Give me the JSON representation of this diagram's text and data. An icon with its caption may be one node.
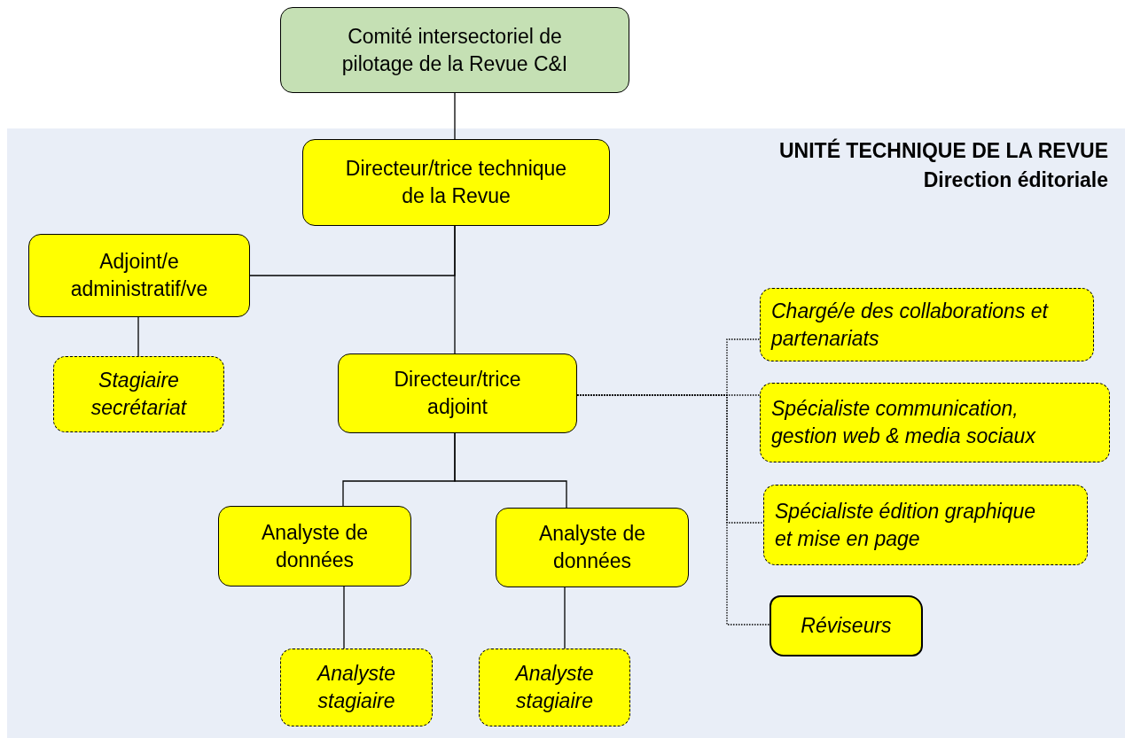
{
  "diagram": {
    "nodes": [
      {
        "text": [
          "Comité intersectoriel de pilotage de la Revue C&I"
        ]
      },
      {
        "text": [
          "UNITÉ TECHNIQUE DE LA REVUE",
          "Direction éditoriale"
        ]
      },
      {
        "text": [
          "Directeur/trice technique de la Revue"
        ],
        "in": 1
      },
      {
        "text": [
          "Adjoint/e administratif/ve"
        ],
        "in": 1
      },
      {
        "text": [
          "Stagiaire secrétariat"
        ],
        "in": 1
      },
      {
        "text": [
          "Directeur/trice adjoint"
        ],
        "in": 1
      },
      {
        "text": [
          "Chargé/e des collaborations et partenariats"
        ],
        "in": 1
      },
      {
        "text": [
          "Spécialiste communication, gestion web & media sociaux"
        ],
        "in": 1
      },
      {
        "text": [
          "Spécialiste édition graphique et mise en page"
        ],
        "in": 1
      },
      {
        "text": [
          "Réviseurs"
        ],
        "in": 1
      },
      {
        "text": [
          "Analyste de données"
        ],
        "in": 1
      },
      {
        "text": [
          "Analyste de données"
        ],
        "in": 1
      },
      {
        "text": [
          "Analyste stagiaire"
        ],
        "in": 1
      },
      {
        "text": [
          "Analyste stagiaire"
        ],
        "in": 1
      }
    ],
    "edges": [
      {
        "from": 0,
        "to": 2,
        "arrow": "none"
      },
      {
        "from": 2,
        "to": 3,
        "arrow": "none"
      },
      {
        "from": 2,
        "to": 5,
        "arrow": "none"
      },
      {
        "from": 3,
        "to": 4,
        "arrow": "none"
      },
      {
        "from": 5,
        "to": 10,
        "arrow": "none"
      },
      {
        "from": 5,
        "to": 11,
        "arrow": "none"
      },
      {
        "from": 5,
        "to": 6,
        "arrow": "none",
        "style": "dashed"
      },
      {
        "from": 5,
        "to": 7,
        "arrow": "none",
        "style": "dashed"
      },
      {
        "from": 5,
        "to": 8,
        "arrow": "none",
        "style": "dashed"
      },
      {
        "from": 5,
        "to": 9,
        "arrow": "none",
        "style": "dashed"
      },
      {
        "from": 10,
        "to": 12,
        "arrow": "none"
      },
      {
        "from": 11,
        "to": 13,
        "arrow": "none"
      }
    ]
  }
}
